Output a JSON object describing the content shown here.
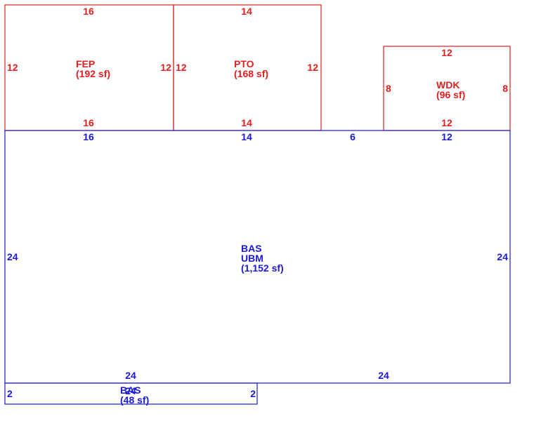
{
  "colors": {
    "exterior": "#e02020",
    "main": "#1a1ad6"
  },
  "areas": [
    {
      "id": "fep",
      "code": "FEP",
      "sf": "(192 sf)",
      "dims": {
        "top": "16",
        "bottom": "16",
        "left": "12",
        "right": "12"
      }
    },
    {
      "id": "pto",
      "code": "PTO",
      "sf": "(168 sf)",
      "dims": {
        "top": "14",
        "bottom": "14",
        "left": "12",
        "right": "12"
      }
    },
    {
      "id": "wdk",
      "code": "WDK",
      "sf": "(96 sf)",
      "dims": {
        "top": "12",
        "bottom": "12",
        "left": "8",
        "right": "8"
      }
    },
    {
      "id": "bas-main",
      "code": "BAS",
      "code2": "UBM",
      "sf": "(1,152 sf)",
      "dims": {
        "top1": "16",
        "top2": "14",
        "top3": "6",
        "top4": "12",
        "left": "24",
        "right": "24",
        "bottom1": "24",
        "bottom2": "24"
      }
    },
    {
      "id": "bas-small",
      "code": "BAS",
      "sf": "(48 sf)",
      "dims": {
        "top": "24",
        "left": "2",
        "right": "2"
      }
    }
  ]
}
